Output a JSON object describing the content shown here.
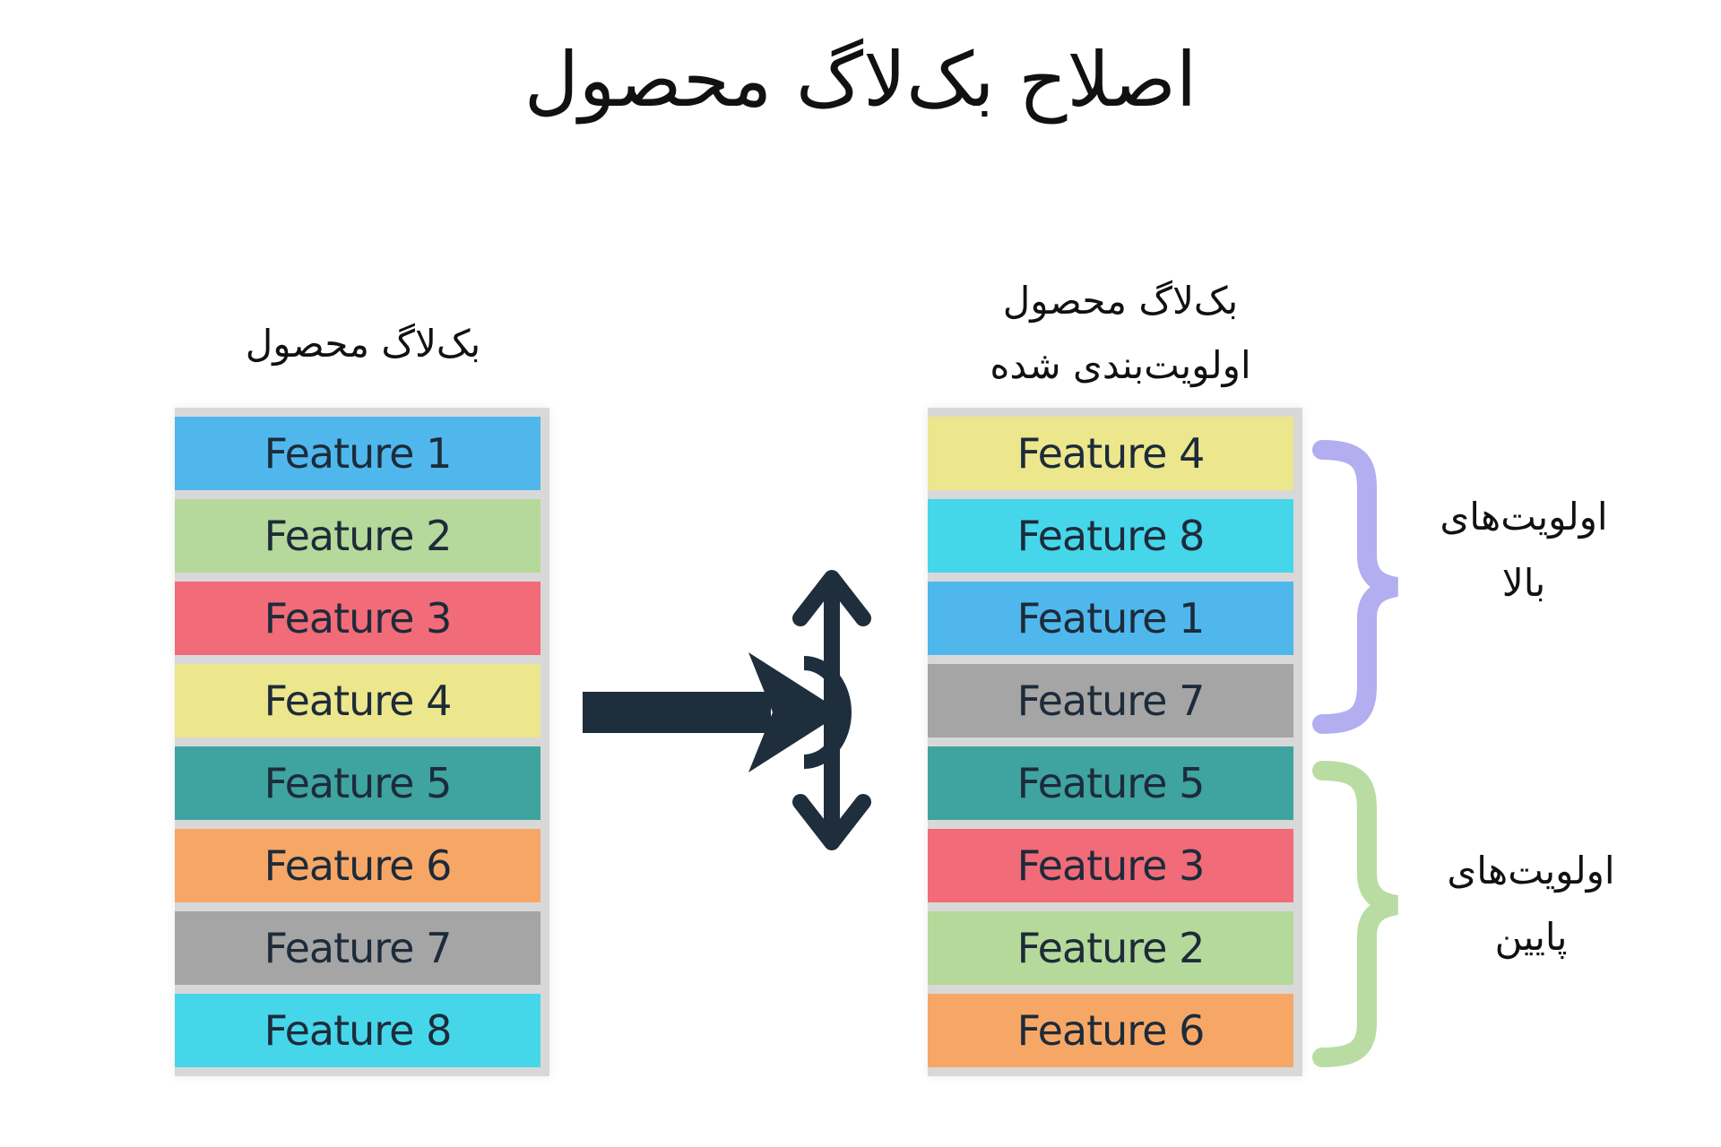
{
  "title": "اصلاح بک‌لاگ محصول",
  "left_column": {
    "heading": "بک‌لاگ محصول",
    "features": [
      {
        "label": "Feature 1",
        "color": "#4fb7ec"
      },
      {
        "label": "Feature 2",
        "color": "#b5d99a"
      },
      {
        "label": "Feature 3",
        "color": "#f26b78"
      },
      {
        "label": "Feature 4",
        "color": "#ece68c"
      },
      {
        "label": "Feature 5",
        "color": "#3fa3a0"
      },
      {
        "label": "Feature 6",
        "color": "#f7a765"
      },
      {
        "label": "Feature 7",
        "color": "#a5a5a5"
      },
      {
        "label": "Feature 8",
        "color": "#46d6ea"
      }
    ]
  },
  "right_column": {
    "heading_line1": "بک‌لاگ محصول",
    "heading_line2": "اولویت‌بندی شده",
    "features": [
      {
        "label": "Feature 4",
        "color": "#ece68c"
      },
      {
        "label": "Feature 8",
        "color": "#46d6ea"
      },
      {
        "label": "Feature 1",
        "color": "#4fb7ec"
      },
      {
        "label": "Feature 7",
        "color": "#a5a5a5"
      },
      {
        "label": "Feature 5",
        "color": "#3fa3a0"
      },
      {
        "label": "Feature 3",
        "color": "#f26b78"
      },
      {
        "label": "Feature 2",
        "color": "#b5d99a"
      },
      {
        "label": "Feature 6",
        "color": "#f7a765"
      }
    ]
  },
  "high_priority": {
    "line1": "اولویت‌های",
    "line2": "بالا",
    "brace_color": "#b3aef0"
  },
  "low_priority": {
    "line1": "اولویت‌های",
    "line2": "پایین",
    "brace_color": "#b9dca2"
  },
  "arrow_color": "#1e2e3c"
}
